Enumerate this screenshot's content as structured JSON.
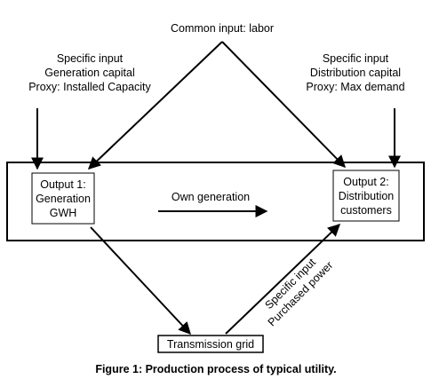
{
  "diagram": {
    "common_input": "Common input: labor",
    "specific_left": [
      "Specific input",
      "Generation capital",
      "Proxy: Installed Capacity"
    ],
    "specific_right": [
      "Specific input",
      "Distribution capital",
      "Proxy: Max demand"
    ],
    "output1": [
      "Output 1:",
      "Generation",
      "GWH"
    ],
    "output2": [
      "Output 2:",
      "Distribution",
      "customers"
    ],
    "own_generation": "Own generation",
    "transmission": "Transmission grid",
    "purchased": [
      "Specific input",
      "Purchased power"
    ],
    "caption": "Figure 1: Production process of typical utility."
  }
}
